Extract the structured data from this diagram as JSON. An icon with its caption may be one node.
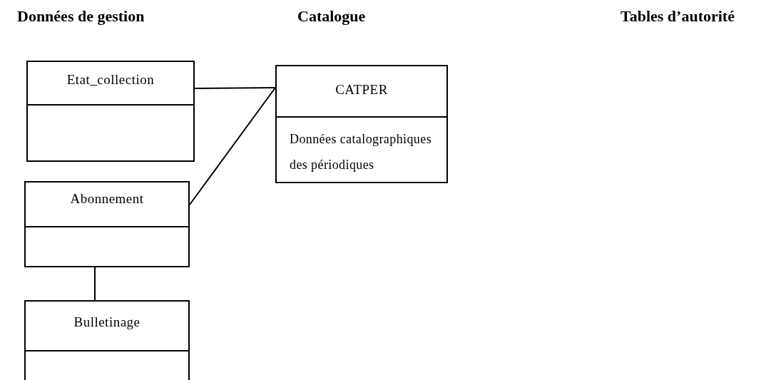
{
  "diagram": {
    "nodes": [
      {
        "text": [
          "Etat_collection"
        ]
      },
      {
        "text": [
          "CATPER",
          "Données catalographiques des périodiques"
        ]
      },
      {
        "text": [
          "Abonnement"
        ]
      },
      {
        "text": [
          "Bulletinage"
        ]
      }
    ],
    "edges": [
      {
        "from": 0,
        "to": 1,
        "arrow": "none"
      },
      {
        "from": 2,
        "to": 1,
        "arrow": "none"
      },
      {
        "from": 2,
        "to": 3,
        "arrow": "none"
      }
    ],
    "labels": [
      "Données de gestion",
      "Catalogue",
      "Tables d’autorité"
    ]
  }
}
